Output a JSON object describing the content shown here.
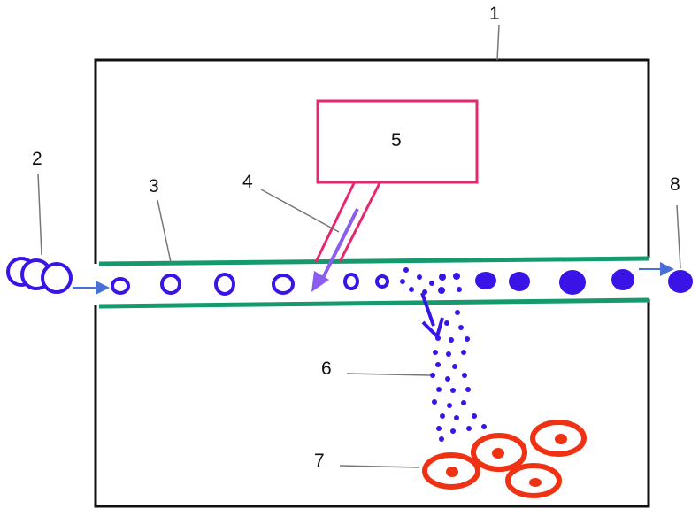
{
  "labels": {
    "l1": "1",
    "l2": "2",
    "l3": "3",
    "l4": "4",
    "l5": "5",
    "l6": "6",
    "l7": "7",
    "l8": "8"
  },
  "colors": {
    "outline": "#111111",
    "channel": "#149a6e",
    "box": "#e8286e",
    "particle": "#3a14e6",
    "arrow_light": "#8a5cf0",
    "cell": "#f03214",
    "leader": "#777777",
    "flow_arrow": "#4a6fd6"
  }
}
